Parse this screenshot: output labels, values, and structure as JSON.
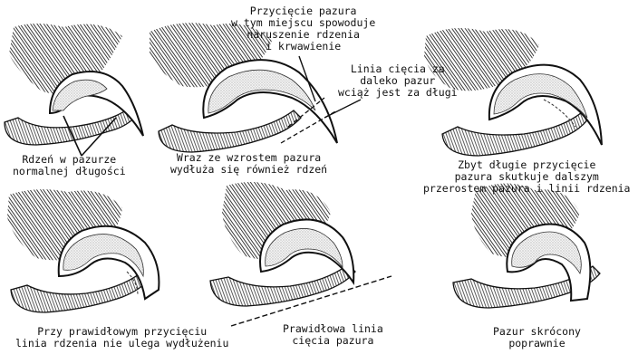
{
  "panels": [
    {
      "id": "normal",
      "caption": [
        "Rdzeń w pazurze",
        "normalnej długości"
      ]
    },
    {
      "id": "growth",
      "caption": [
        "Wraz ze wzrostem pazura",
        "wydłuża się również rdzeń"
      ],
      "callouts": [
        {
          "id": "cut-too-deep",
          "lines": [
            "Przycięcie pazura",
            "w tym miejscu spowoduje",
            "naruszenie rdzenia",
            "i krwawienie"
          ]
        },
        {
          "id": "cut-too-far",
          "lines": [
            "Linia cięcia za",
            "daleko pazur",
            "wciąż jest za długi"
          ]
        }
      ]
    },
    {
      "id": "overgrown",
      "caption": [
        "Zbyt długie przycięcie",
        "pazura skutkuje dalszym",
        "przerostem pazura i linii rdzenia"
      ]
    },
    {
      "id": "proper-trim",
      "caption": [
        "Przy prawidłowym przycięciu",
        "linia rdzenia nie ulega wydłużeniu"
      ]
    },
    {
      "id": "proper-line",
      "caption": [
        "Prawidłowa linia",
        "cięcia pazura"
      ]
    },
    {
      "id": "shortened",
      "caption": [
        "Pazur skrócony",
        "poprawnie"
      ]
    }
  ]
}
